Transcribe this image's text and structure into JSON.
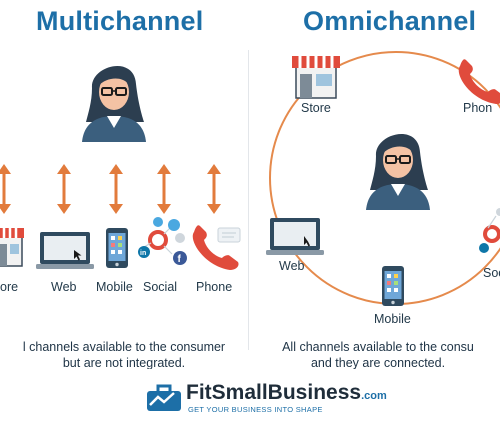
{
  "multichannel": {
    "title": "Multichannel",
    "channels": [
      "ore",
      "Web",
      "Mobile",
      "Social",
      "Phone"
    ],
    "caption_line1": "l channels available to the consumer",
    "caption_line2": "but are not integrated."
  },
  "omnichannel": {
    "title": "Omnichannel",
    "channels": {
      "store": "Store",
      "phone": "Phon",
      "web": "Web",
      "mobile": "Mobile",
      "social": "Soc"
    },
    "caption_line1": "All channels available to the consu",
    "caption_line2": "and they are connected."
  },
  "branding": {
    "name": "FitSmallBusiness",
    "suffix": ".com",
    "tagline": "GET YOUR BUSINESS INTO SHAPE"
  },
  "colors": {
    "heading_blue": "#1d6fa7",
    "arrow_orange": "#e27b3c",
    "circle_orange": "#e58a4c",
    "navy": "#2f4a5f"
  },
  "icons": [
    "person-icon",
    "store-icon",
    "laptop-icon",
    "mobile-phone-icon",
    "social-icon",
    "telephone-icon",
    "briefcase-logo-icon"
  ]
}
